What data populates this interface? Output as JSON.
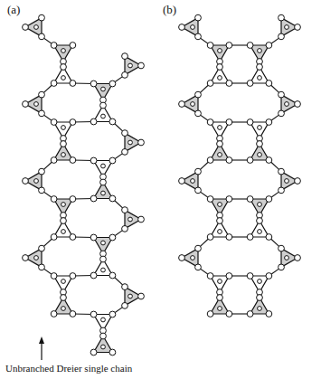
{
  "diagram": {
    "labels": [
      "(a)",
      "(b)",
      "Unbranched Dreier single chain"
    ]
  }
}
